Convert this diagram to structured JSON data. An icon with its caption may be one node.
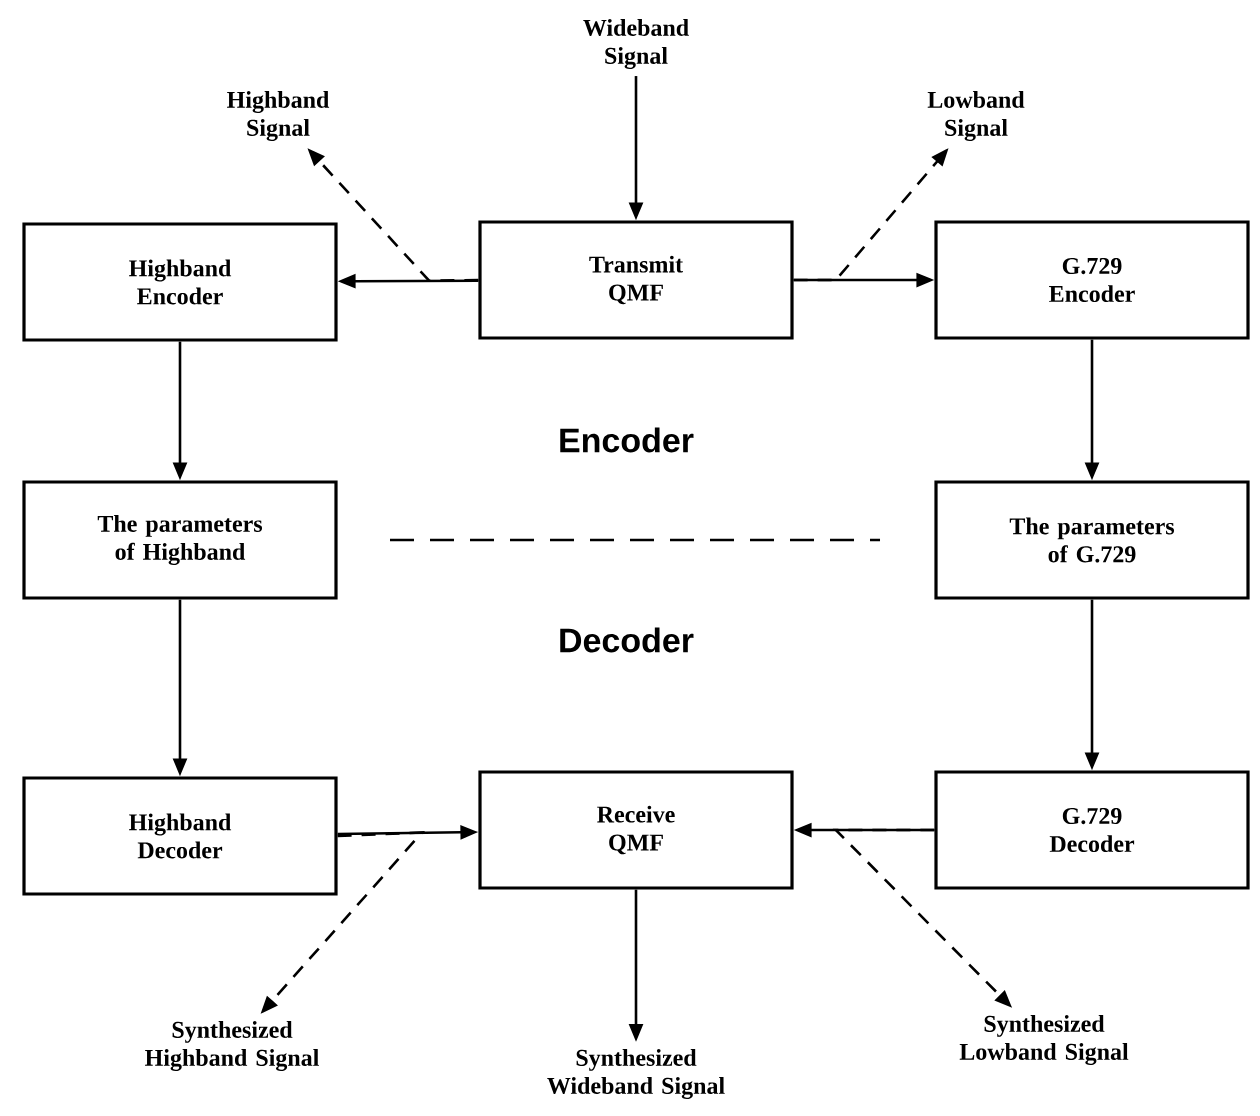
{
  "diagram": {
    "nodes": [
      {
        "text": [
          "Wideband Signal"
        ]
      },
      {
        "text": [
          "Highband Signal"
        ]
      },
      {
        "text": [
          "Lowband Signal"
        ]
      },
      {
        "text": [
          "Highband Encoder"
        ]
      },
      {
        "text": [
          "Transmit QMF"
        ]
      },
      {
        "text": [
          "G.729 Encoder"
        ]
      },
      {
        "text": [
          "The parameters of Highband"
        ]
      },
      {
        "text": [
          "The parameters of G.729"
        ]
      },
      {
        "text": [
          "Highband Decoder"
        ]
      },
      {
        "text": [
          "Receive QMF"
        ]
      },
      {
        "text": [
          "G.729 Decoder"
        ]
      },
      {
        "text": [
          "Synthesized Highband Signal"
        ]
      },
      {
        "text": [
          "Synthesized Wideband Signal"
        ]
      },
      {
        "text": [
          "Synthesized Lowband Signal"
        ]
      }
    ],
    "edges": [
      {
        "from": 0,
        "to": 4,
        "arrow": "to"
      },
      {
        "from": 4,
        "to": 3,
        "arrow": "to"
      },
      {
        "from": 4,
        "to": 5,
        "arrow": "to"
      },
      {
        "from": 4,
        "to": 1,
        "arrow": "to",
        "style": "dashed"
      },
      {
        "from": 4,
        "to": 2,
        "arrow": "to",
        "style": "dashed"
      },
      {
        "from": 3,
        "to": 6,
        "arrow": "to"
      },
      {
        "from": 5,
        "to": 7,
        "arrow": "to"
      },
      {
        "from": 6,
        "to": 8,
        "arrow": "to"
      },
      {
        "from": 7,
        "to": 10,
        "arrow": "to"
      },
      {
        "from": 8,
        "to": 9,
        "arrow": "to"
      },
      {
        "from": 10,
        "to": 9,
        "arrow": "to"
      },
      {
        "from": 9,
        "to": 12,
        "arrow": "to"
      },
      {
        "from": 8,
        "to": 11,
        "arrow": "to",
        "style": "dashed"
      },
      {
        "from": 10,
        "to": 13,
        "arrow": "to",
        "style": "dashed"
      }
    ],
    "labels": [
      "Encoder",
      "Decoder"
    ]
  }
}
